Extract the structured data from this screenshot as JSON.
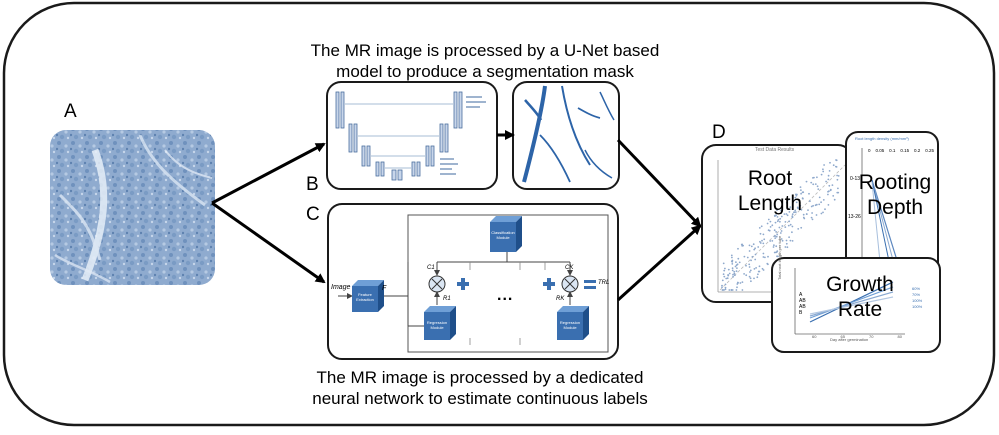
{
  "captions": {
    "top_line1": "The MR image is processed by a U-Net based",
    "top_line2": "model to produce a segmentation mask",
    "bottom_line1": "The MR image is processed by a dedicated",
    "bottom_line2": "neural network to estimate continuous labels"
  },
  "panel_letters": {
    "a": "A",
    "b": "B",
    "c": "C",
    "d": "D"
  },
  "network": {
    "input_label": "Image",
    "feature_extraction": "Feature Extraction",
    "feature_symbol": "F",
    "classification_module": "Classification Module",
    "regression_module_1": "Regression Module",
    "regression_module_k": "Regression Module",
    "c1": "C1",
    "ck": "CK",
    "r1": "R1",
    "rk": "RK",
    "ellipsis": "...",
    "output_label": "TRL"
  },
  "results": {
    "root_length": [
      "Root",
      "Length"
    ],
    "rooting_depth": [
      "Rooting",
      "Depth"
    ],
    "growth_rate": [
      "Growth",
      "Rate"
    ],
    "scatter_title": "Test Data Results",
    "density_title": "Root length density (mm/mm³)",
    "density_ticks": [
      "0",
      "0.05",
      "0.1",
      "0.15",
      "0.2",
      "0.25"
    ],
    "depth_labels": [
      "0-13",
      "13-26"
    ],
    "growth_xlabel": "Day after germination",
    "growth_ylabel": "Total root length per tube",
    "growth_letters": [
      "A",
      "AB",
      "AB",
      "B"
    ],
    "growth_legend": [
      "60%",
      "70%",
      "100%",
      "100%"
    ],
    "growth_xticks": [
      "60",
      "65",
      "70",
      "80"
    ]
  },
  "colors": {
    "frame": "#1a1a1a",
    "cube_front": "#3a6fb0",
    "cube_top": "#6f9fd6",
    "cube_side": "#1f4f8a",
    "texture_base": "#9ab5d6",
    "mask_line": "#2d64a8"
  }
}
